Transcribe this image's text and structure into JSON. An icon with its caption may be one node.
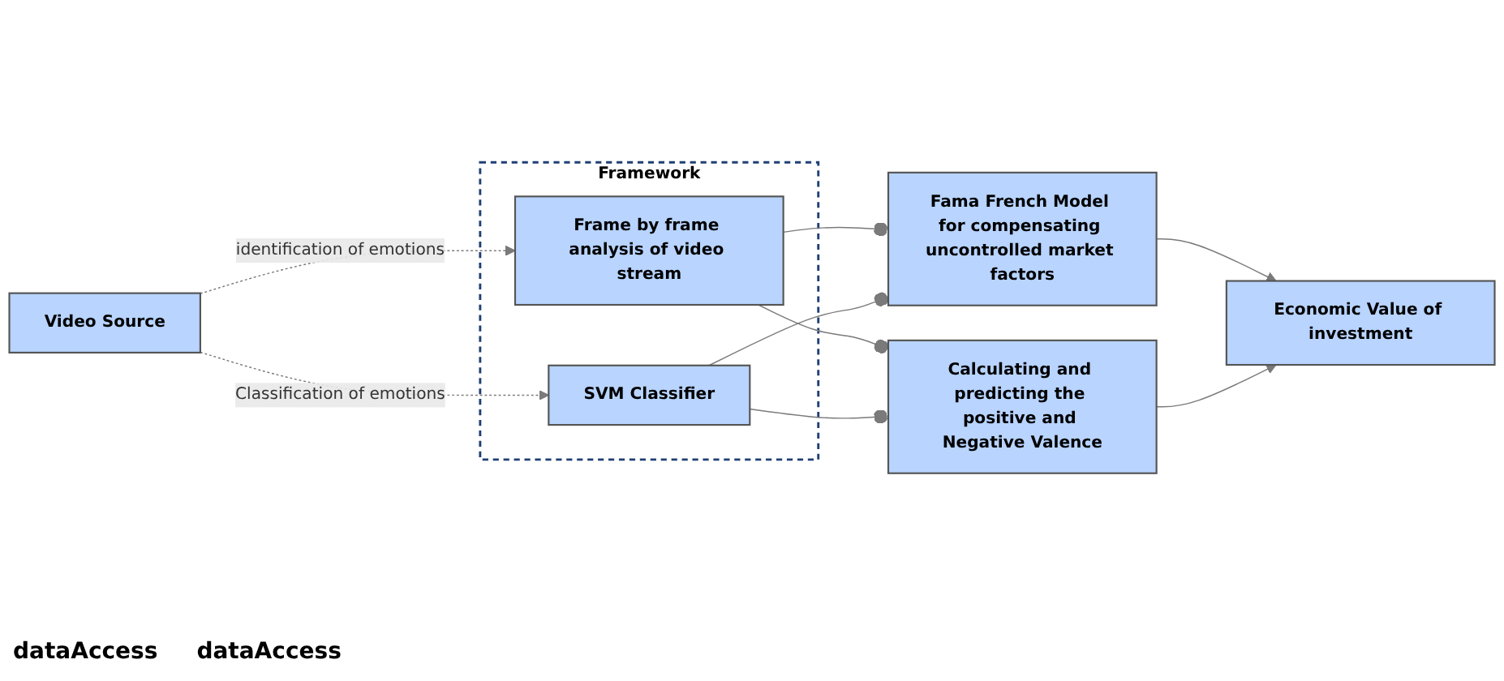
{
  "diagram": {
    "nodes": [
      {
        "text": [
          "Video Source"
        ]
      },
      {
        "text": [
          "Framework"
        ]
      },
      {
        "text": [
          "Frame by frame analysis of video stream"
        ],
        "in": 1
      },
      {
        "text": [
          "SVM Classifier"
        ],
        "in": 1
      },
      {
        "text": [
          "Fama French Model for compensating uncontrolled market factors"
        ]
      },
      {
        "text": [
          "Economic Value of investment"
        ]
      },
      {
        "text": [
          "Calculating and predicting the positive and Negative Valence"
        ]
      }
    ],
    "edges": [
      {
        "from": 0,
        "to": 2,
        "arrow": "to",
        "label": "identification of emotions",
        "style": "dashed"
      },
      {
        "from": 0,
        "to": 3,
        "arrow": "to",
        "label": "Classification of emotions",
        "style": "dashed"
      },
      {
        "from": 2,
        "to": 4,
        "arrow": "other"
      },
      {
        "from": 3,
        "to": 4,
        "arrow": "other"
      },
      {
        "from": 2,
        "to": 6,
        "arrow": "other"
      },
      {
        "from": 3,
        "to": 6,
        "arrow": "other"
      },
      {
        "from": 4,
        "to": 5,
        "arrow": "to"
      },
      {
        "from": 6,
        "to": 5,
        "arrow": "to"
      }
    ],
    "labels": [
      "dataAccess",
      "dataAccess"
    ]
  }
}
